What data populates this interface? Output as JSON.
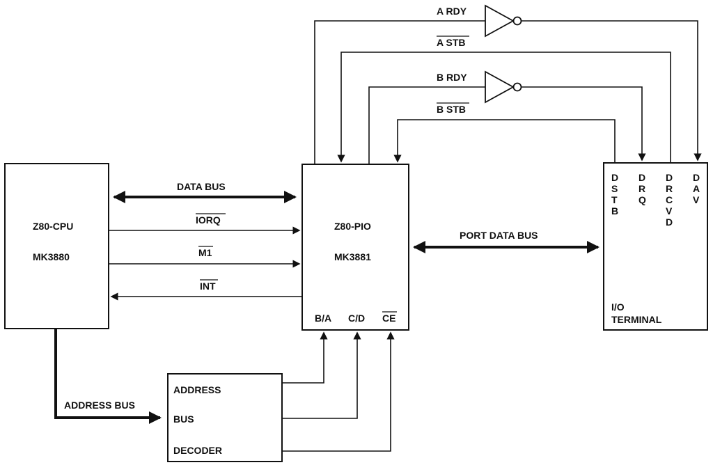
{
  "blocks": {
    "cpu": {
      "line1": "Z80-CPU",
      "line2": "MK3880"
    },
    "pio": {
      "line1": "Z80-PIO",
      "line2": "MK3881",
      "pin_ba": "B/A",
      "pin_cd": "C/D",
      "pin_ce": "CE"
    },
    "terminal": {
      "pins": [
        {
          "name": "DSTB",
          "letters": [
            "D",
            "S",
            "T",
            "B"
          ]
        },
        {
          "name": "DRQ",
          "letters": [
            "D",
            "R",
            "Q"
          ]
        },
        {
          "name": "DRCVD",
          "letters": [
            "D",
            "R",
            "C",
            "V",
            "D"
          ]
        },
        {
          "name": "DAV",
          "letters": [
            "D",
            "A",
            "V"
          ]
        }
      ],
      "line1": "I/O",
      "line2": "TERMINAL"
    },
    "decoder": {
      "line1": "ADDRESS",
      "line2": "BUS",
      "line3": "DECODER"
    }
  },
  "signals": {
    "data_bus": "DATA BUS",
    "iorq": "IORQ",
    "m1": "M1",
    "int": "INT",
    "port_data_bus": "PORT DATA BUS",
    "address_bus": "ADDRESS BUS",
    "a_rdy": "A RDY",
    "a_stb": "A STB",
    "b_rdy": "B RDY",
    "b_stb": "B STB"
  }
}
